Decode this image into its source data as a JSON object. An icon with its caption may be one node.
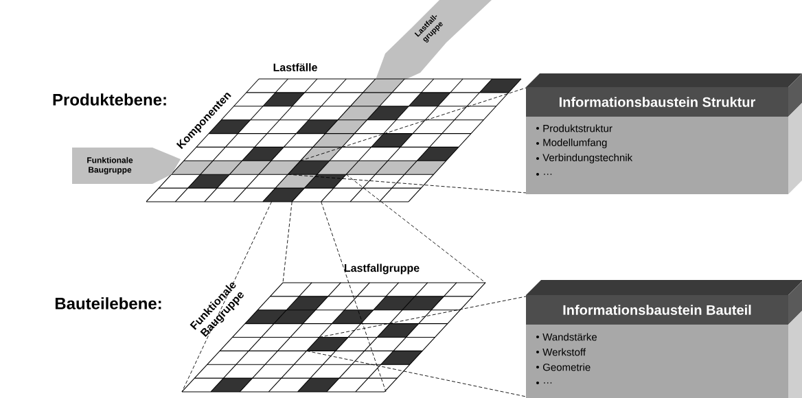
{
  "diagram": {
    "nodes": [
      {
        "text": [
          "Lastfall- gruppe"
        ]
      },
      {
        "text": [],
        "shape": "grid"
      },
      {
        "text": [
          "Informationsbaustein Struktur",
          "Produktstruktur",
          "Modellumfang",
          "Verbindungstechnik",
          "…"
        ]
      },
      {
        "text": [
          "Funktionale Baugruppe"
        ]
      },
      {
        "text": [],
        "shape": "grid"
      },
      {
        "text": [
          "Informationsbaustein Bauteil",
          "Wandstärke",
          "Werkstoff",
          "Geometrie",
          "…"
        ]
      }
    ],
    "edges": [
      {
        "from": 1,
        "to": 2,
        "arrow": "none",
        "style": "dashed"
      },
      {
        "from": 1,
        "to": 2,
        "arrow": "none",
        "style": "dashed"
      },
      {
        "from": 1,
        "to": 4,
        "arrow": "none",
        "style": "dashed"
      },
      {
        "from": 1,
        "to": 4,
        "arrow": "none",
        "style": "dashed"
      },
      {
        "from": 1,
        "to": 4,
        "arrow": "none",
        "style": "dashed"
      },
      {
        "from": 1,
        "to": 4,
        "arrow": "none",
        "style": "dashed"
      },
      {
        "from": 4,
        "to": 5,
        "arrow": "none",
        "style": "dashed"
      },
      {
        "from": 4,
        "to": 5,
        "arrow": "none",
        "style": "dashed"
      }
    ],
    "labels": [
      "Lastfälle",
      "Produktebene:",
      "Komponenten",
      "Lastfallgruppe",
      "Bauteilebene:",
      "Funktionale Baugruppe"
    ]
  }
}
